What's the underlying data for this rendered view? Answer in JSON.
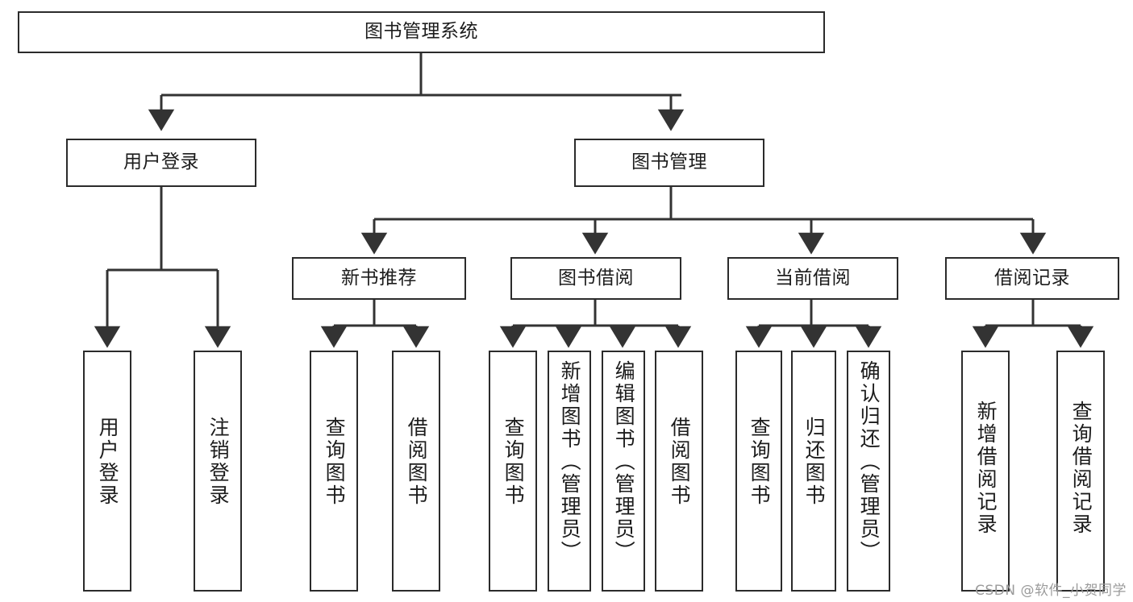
{
  "diagram": {
    "title": "图书管理系统",
    "type": "tree",
    "watermark": "CSDN @软件_小贺同学",
    "colors": {
      "box_border": "#2b2b2b",
      "box_fill": "#ffffff",
      "edge": "#333333",
      "text": "#1c1c1c",
      "watermark": "#9b9b9b"
    },
    "nodes": {
      "root": {
        "label": "图书管理系统"
      },
      "level1": [
        {
          "id": "user-login",
          "label": "用户登录"
        },
        {
          "id": "book-manage",
          "label": "图书管理"
        }
      ],
      "level2": [
        {
          "id": "new-book-recommend",
          "label": "新书推荐"
        },
        {
          "id": "book-borrow",
          "label": "图书借阅"
        },
        {
          "id": "current-borrow",
          "label": "当前借阅"
        },
        {
          "id": "borrow-record",
          "label": "借阅记录"
        }
      ],
      "leaves": {
        "user_login": [
          {
            "id": "leaf-user-login",
            "label": "用户登录"
          },
          {
            "id": "leaf-logout",
            "label": "注销登录"
          }
        ],
        "new_book_recommend": [
          {
            "id": "leaf-query-book-1",
            "label": "查询图书"
          },
          {
            "id": "leaf-borrow-book-1",
            "label": "借阅图书"
          }
        ],
        "book_borrow": [
          {
            "id": "leaf-query-book-2",
            "label": "查询图书"
          },
          {
            "id": "leaf-add-book",
            "label": "新增图书（管理员）"
          },
          {
            "id": "leaf-edit-book",
            "label": "编辑图书（管理员）"
          },
          {
            "id": "leaf-borrow-book-2",
            "label": "借阅图书"
          }
        ],
        "current_borrow": [
          {
            "id": "leaf-query-book-3",
            "label": "查询图书"
          },
          {
            "id": "leaf-return-book",
            "label": "归还图书"
          },
          {
            "id": "leaf-confirm-return",
            "label": "确认归还（管理员）"
          }
        ],
        "borrow_record": [
          {
            "id": "leaf-add-record",
            "label": "新增借阅记录"
          },
          {
            "id": "leaf-query-record",
            "label": "查询借阅记录"
          }
        ]
      }
    }
  }
}
